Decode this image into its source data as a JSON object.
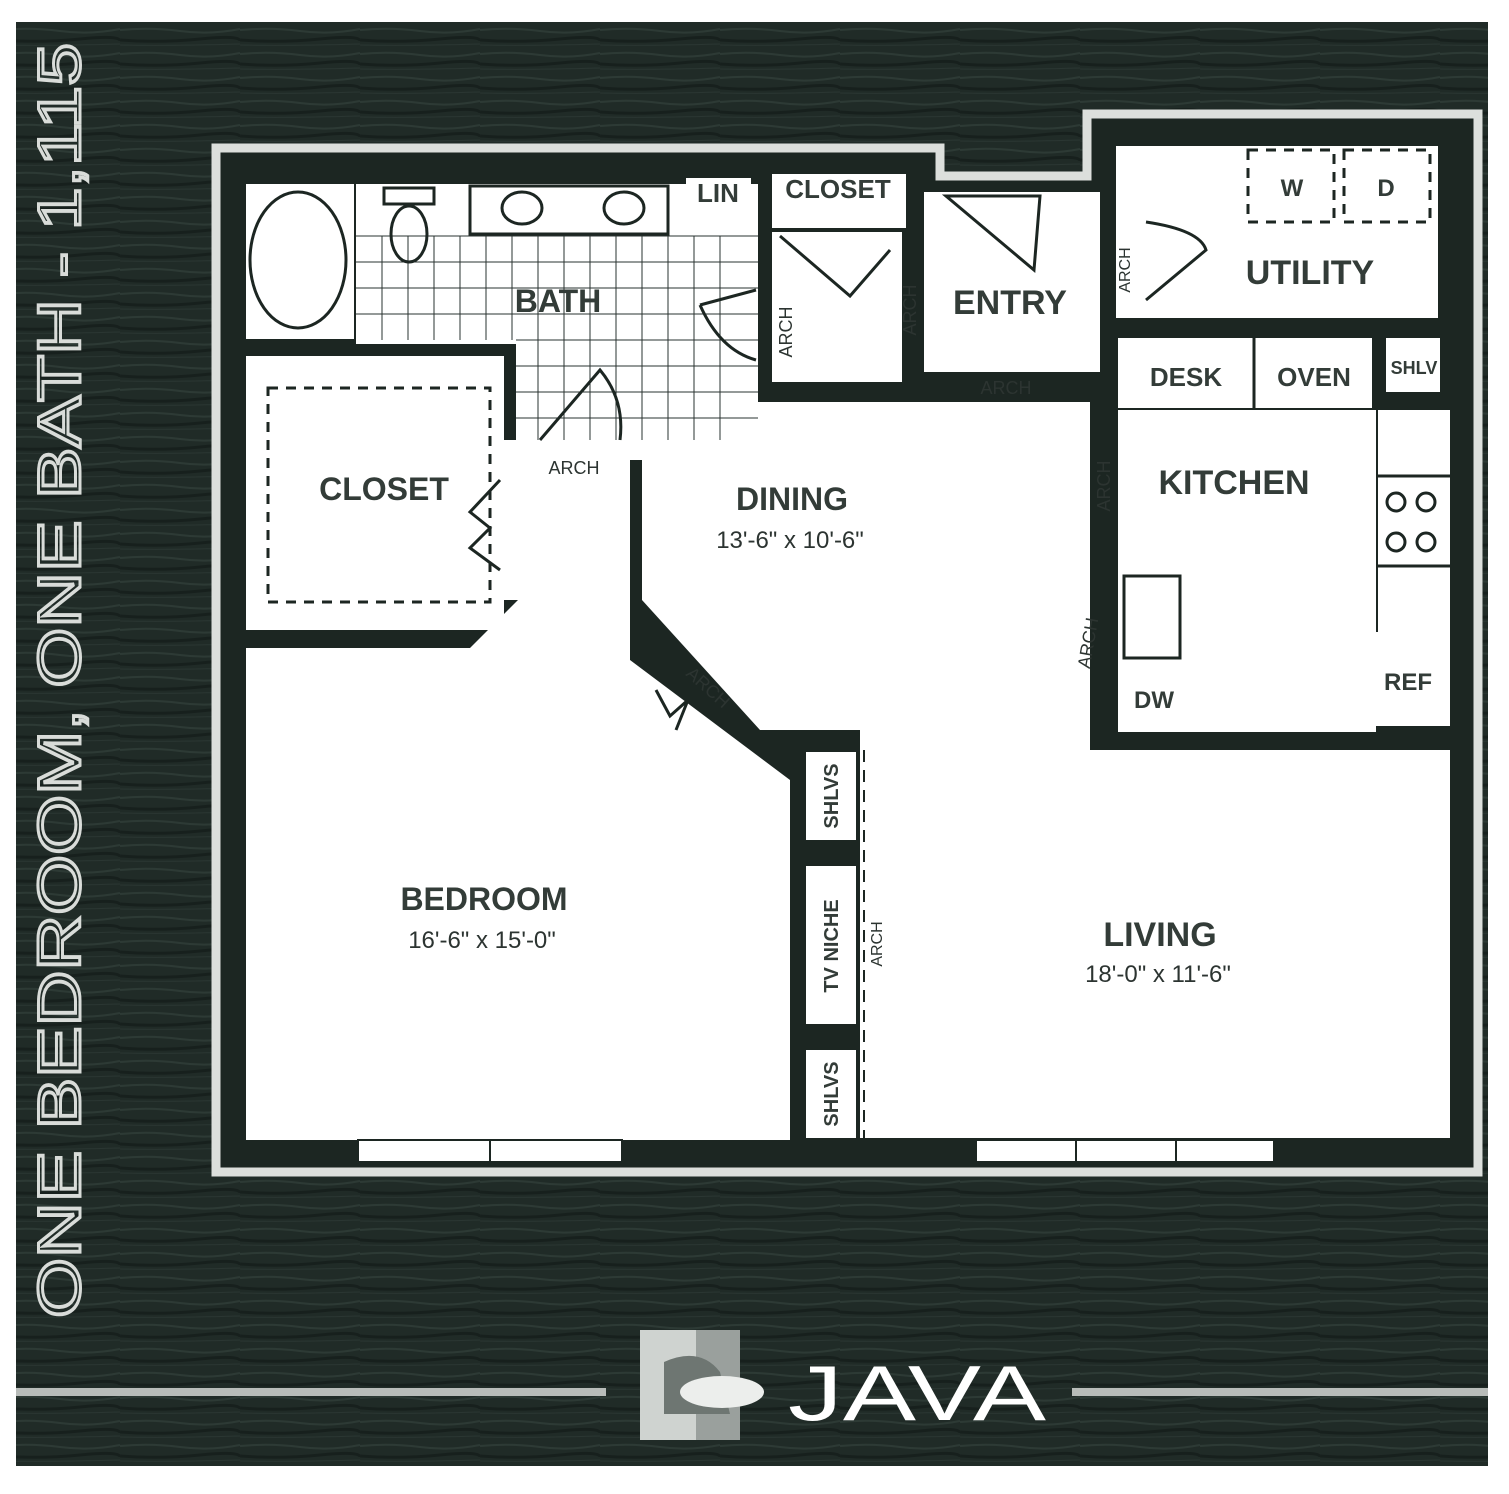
{
  "side_title": "ONE BEDROOM, ONE BATH - 1,115",
  "brand": {
    "name": "JAVA"
  },
  "colors": {
    "background": "#1f2a26",
    "wall": "#1c2622",
    "floor": "#ffffff",
    "outline": "#dcdfdc"
  },
  "rooms": {
    "bath": {
      "name": "BATH"
    },
    "lin": {
      "name": "LIN"
    },
    "closet_top": {
      "name": "CLOSET"
    },
    "entry": {
      "name": "ENTRY"
    },
    "utility": {
      "name": "UTILITY"
    },
    "washer": {
      "name": "W"
    },
    "dryer": {
      "name": "D"
    },
    "closet_main": {
      "name": "CLOSET"
    },
    "dining": {
      "name": "DINING",
      "dimensions": "13'-6\" x 10'-6\""
    },
    "desk": {
      "name": "DESK"
    },
    "oven": {
      "name": "OVEN"
    },
    "shlv": {
      "name": "SHLV"
    },
    "kitchen": {
      "name": "KITCHEN"
    },
    "dw": {
      "name": "DW"
    },
    "ref": {
      "name": "REF"
    },
    "bedroom": {
      "name": "BEDROOM",
      "dimensions": "16'-6\" x 15'-0\""
    },
    "living": {
      "name": "LIVING",
      "dimensions": "18'-0\" x 11'-6\""
    },
    "shlvs_upper": {
      "name": "SHLVS"
    },
    "tv_niche": {
      "name": "TV NICHE"
    },
    "shlvs_lower": {
      "name": "SHLVS"
    }
  },
  "arches": [
    "ARCH",
    "ARCH",
    "ARCH",
    "ARCH",
    "ARCH",
    "ARCH",
    "ARCH",
    "ARCH",
    "ARCH"
  ]
}
